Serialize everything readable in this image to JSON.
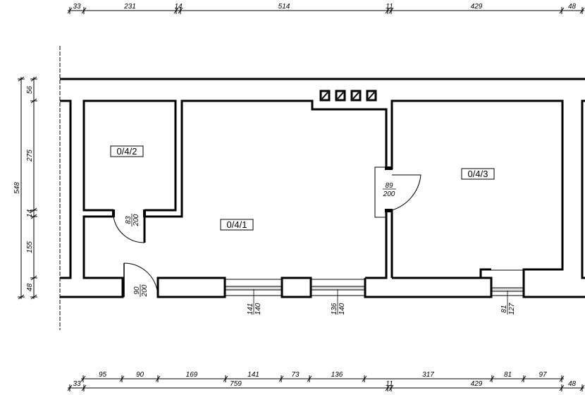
{
  "rooms": [
    {
      "label": "0/4/1"
    },
    {
      "label": "0/4/2"
    },
    {
      "label": "0/4/3"
    }
  ],
  "openings": {
    "door_042": {
      "width": "83",
      "height": "200"
    },
    "door_entry": {
      "width": "90",
      "height": "200"
    },
    "door_043": {
      "width": "89",
      "height": "200"
    },
    "window_1": {
      "width": "141",
      "height": "140"
    },
    "window_2": {
      "width": "136",
      "height": "140"
    },
    "window_3": {
      "width": "81",
      "height": "127"
    }
  },
  "dims_top": [
    "33",
    "231",
    "14",
    "514",
    "11",
    "429",
    "48"
  ],
  "dims_bottom_1": [
    "95",
    "90",
    "169",
    "141",
    "73",
    "136",
    "317",
    "81",
    "97"
  ],
  "dims_bottom_2": [
    "33",
    "759",
    "11",
    "429",
    "48"
  ],
  "dims_left_total": "548",
  "dims_left": [
    "56",
    "275",
    "14",
    "155",
    "48"
  ]
}
